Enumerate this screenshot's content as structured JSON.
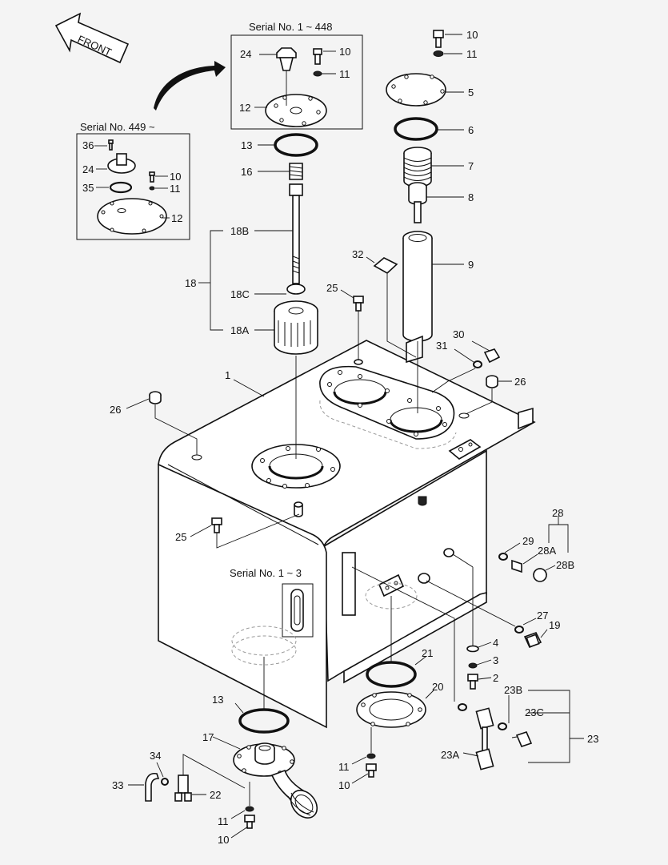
{
  "front_label": "FRONT",
  "callouts": {
    "serial_1_448": "Serial No. 1 ~ 448",
    "serial_449": "Serial No. 449 ~",
    "serial_1_3": "Serial No. 1 ~ 3"
  },
  "labels": {
    "p1": "1",
    "p2": "2",
    "p3": "3",
    "p4": "4",
    "p5": "5",
    "p6": "6",
    "p7": "7",
    "p8": "8",
    "p9": "9",
    "p10": "10",
    "p11": "11",
    "p12": "12",
    "p13": "13",
    "p16": "16",
    "p17": "17",
    "p18": "18",
    "p18A": "18A",
    "p18B": "18B",
    "p18C": "18C",
    "p19": "19",
    "p20": "20",
    "p21": "21",
    "p22": "22",
    "p23": "23",
    "p23A": "23A",
    "p23B": "23B",
    "p23C": "23C",
    "p24": "24",
    "p25": "25",
    "p26": "26",
    "p27": "27",
    "p28": "28",
    "p28A": "28A",
    "p28B": "28B",
    "p29": "29",
    "p30": "30",
    "p31": "31",
    "p32": "32",
    "p33": "33",
    "p34": "34",
    "p35": "35",
    "p36": "36"
  }
}
